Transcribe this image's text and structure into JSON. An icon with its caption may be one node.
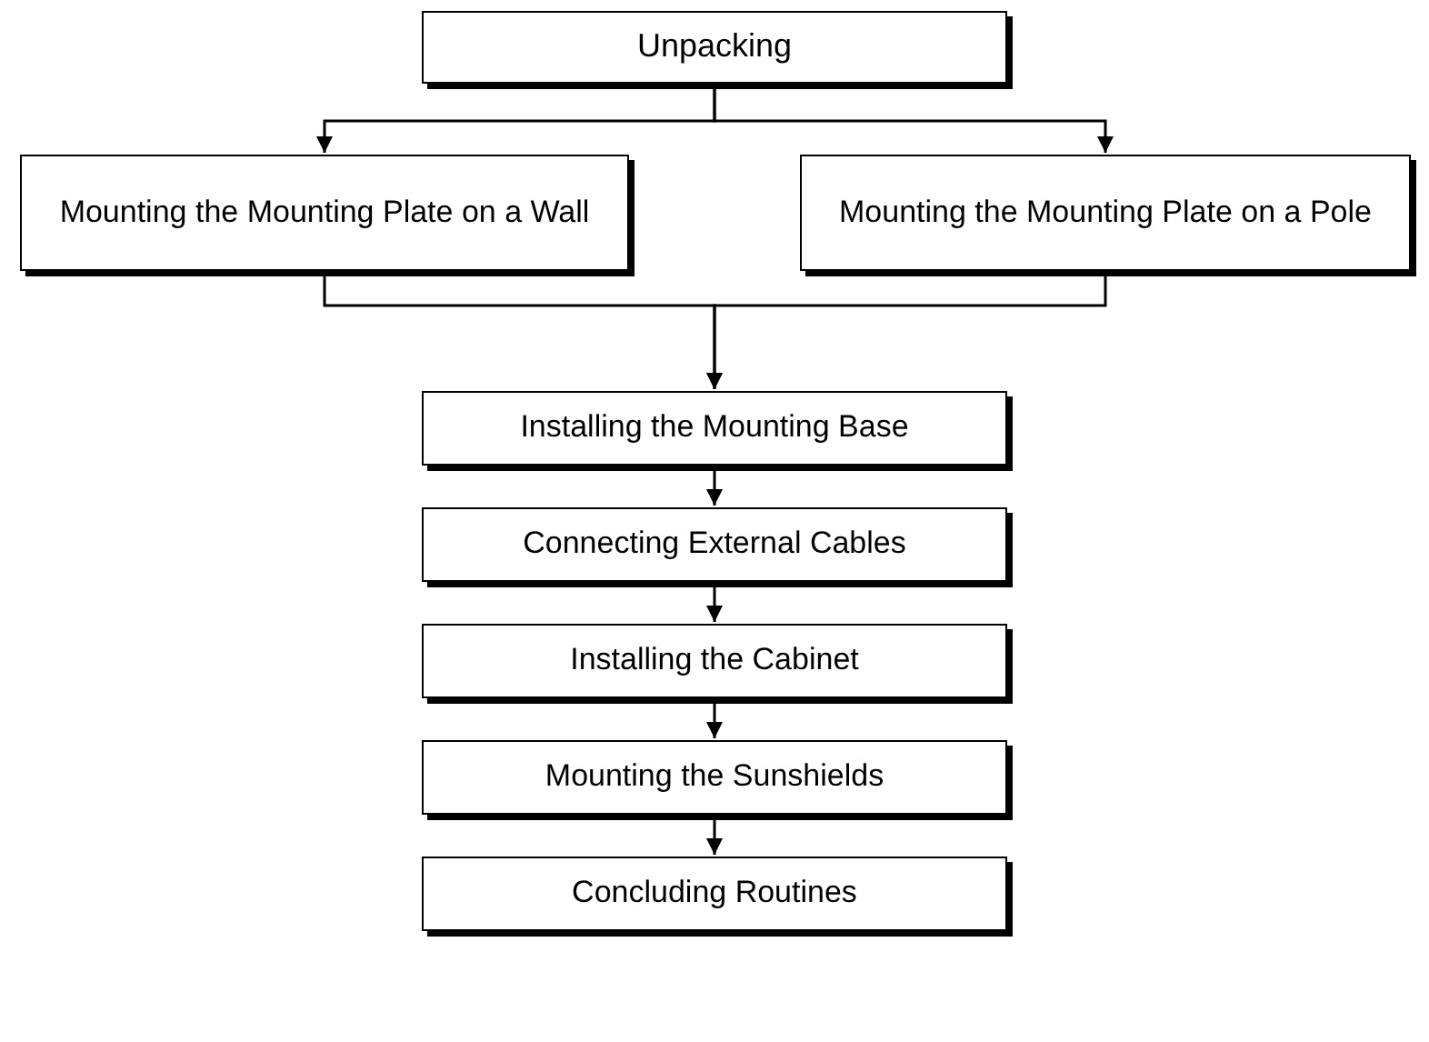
{
  "diagram": {
    "nodes": [
      {
        "text": [
          "Unpacking"
        ]
      },
      {
        "text": [
          "Mounting the Mounting Plate on a Wall"
        ]
      },
      {
        "text": [
          "Mounting the Mounting Plate on a Pole"
        ]
      },
      {
        "text": [
          "Installing the Mounting Base"
        ]
      },
      {
        "text": [
          "Connecting External Cables"
        ]
      },
      {
        "text": [
          "Installing the Cabinet"
        ]
      },
      {
        "text": [
          "Mounting the Sunshields"
        ]
      },
      {
        "text": [
          "Concluding Routines"
        ]
      }
    ],
    "edges": [
      {
        "from": 0,
        "to": 1,
        "arrow": "to"
      },
      {
        "from": 0,
        "to": 2,
        "arrow": "to"
      },
      {
        "from": 1,
        "to": 3,
        "arrow": "to"
      },
      {
        "from": 2,
        "to": 3,
        "arrow": "to"
      },
      {
        "from": 3,
        "to": 4,
        "arrow": "to"
      },
      {
        "from": 4,
        "to": 5,
        "arrow": "to"
      },
      {
        "from": 5,
        "to": 6,
        "arrow": "to"
      },
      {
        "from": 6,
        "to": 7,
        "arrow": "to"
      }
    ]
  }
}
